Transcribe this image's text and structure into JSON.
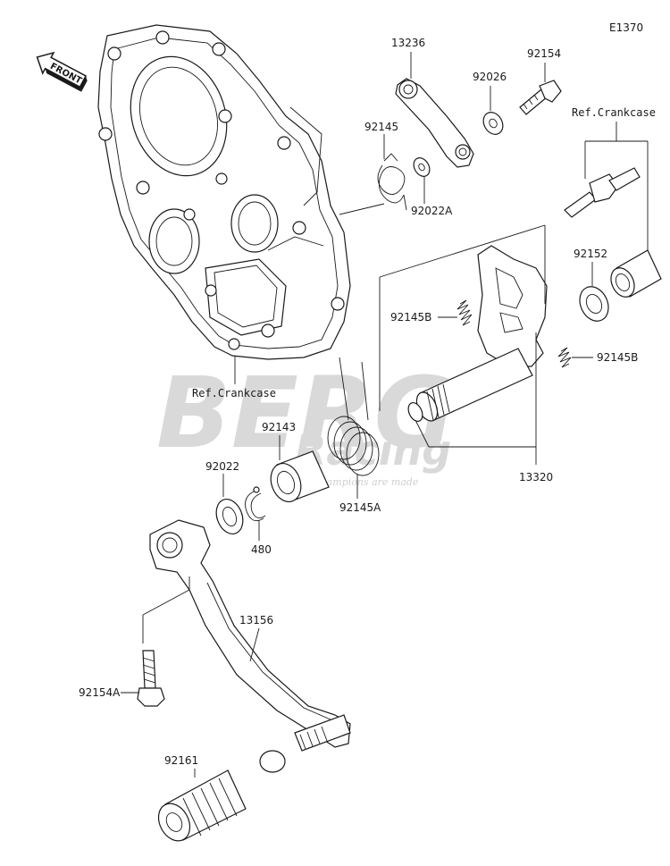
{
  "diagram_code": "E1370",
  "front_label": "FRONT",
  "watermark": {
    "brand": "BERG",
    "sub": "Racing",
    "tagline": "Where Champions are made"
  },
  "parts": [
    {
      "id": "13236"
    },
    {
      "id": "92154"
    },
    {
      "id": "92026"
    },
    {
      "id": "92145"
    },
    {
      "id": "92022A"
    },
    {
      "id": "92152"
    },
    {
      "id": "92145B",
      "dup": 1
    },
    {
      "id": "92145B",
      "dup": 2
    },
    {
      "id": "92143"
    },
    {
      "id": "92145A"
    },
    {
      "id": "13320"
    },
    {
      "id": "92022"
    },
    {
      "id": "480"
    },
    {
      "id": "13156"
    },
    {
      "id": "92154A"
    },
    {
      "id": "92161"
    }
  ],
  "refs": {
    "crankcase_top": "Ref.Crankcase",
    "crankcase_bottom": "Ref.Crankcase"
  },
  "labels": {
    "p13236": "13236",
    "p92154": "92154",
    "p92026": "92026",
    "p92145": "92145",
    "p92022A": "92022A",
    "p92152": "92152",
    "p92145B_1": "92145B",
    "p92145B_2": "92145B",
    "p92143": "92143",
    "p92145A": "92145A",
    "p13320": "13320",
    "p92022": "92022",
    "p480": "480",
    "p13156": "13156",
    "p92154A": "92154A",
    "p92161": "92161"
  }
}
